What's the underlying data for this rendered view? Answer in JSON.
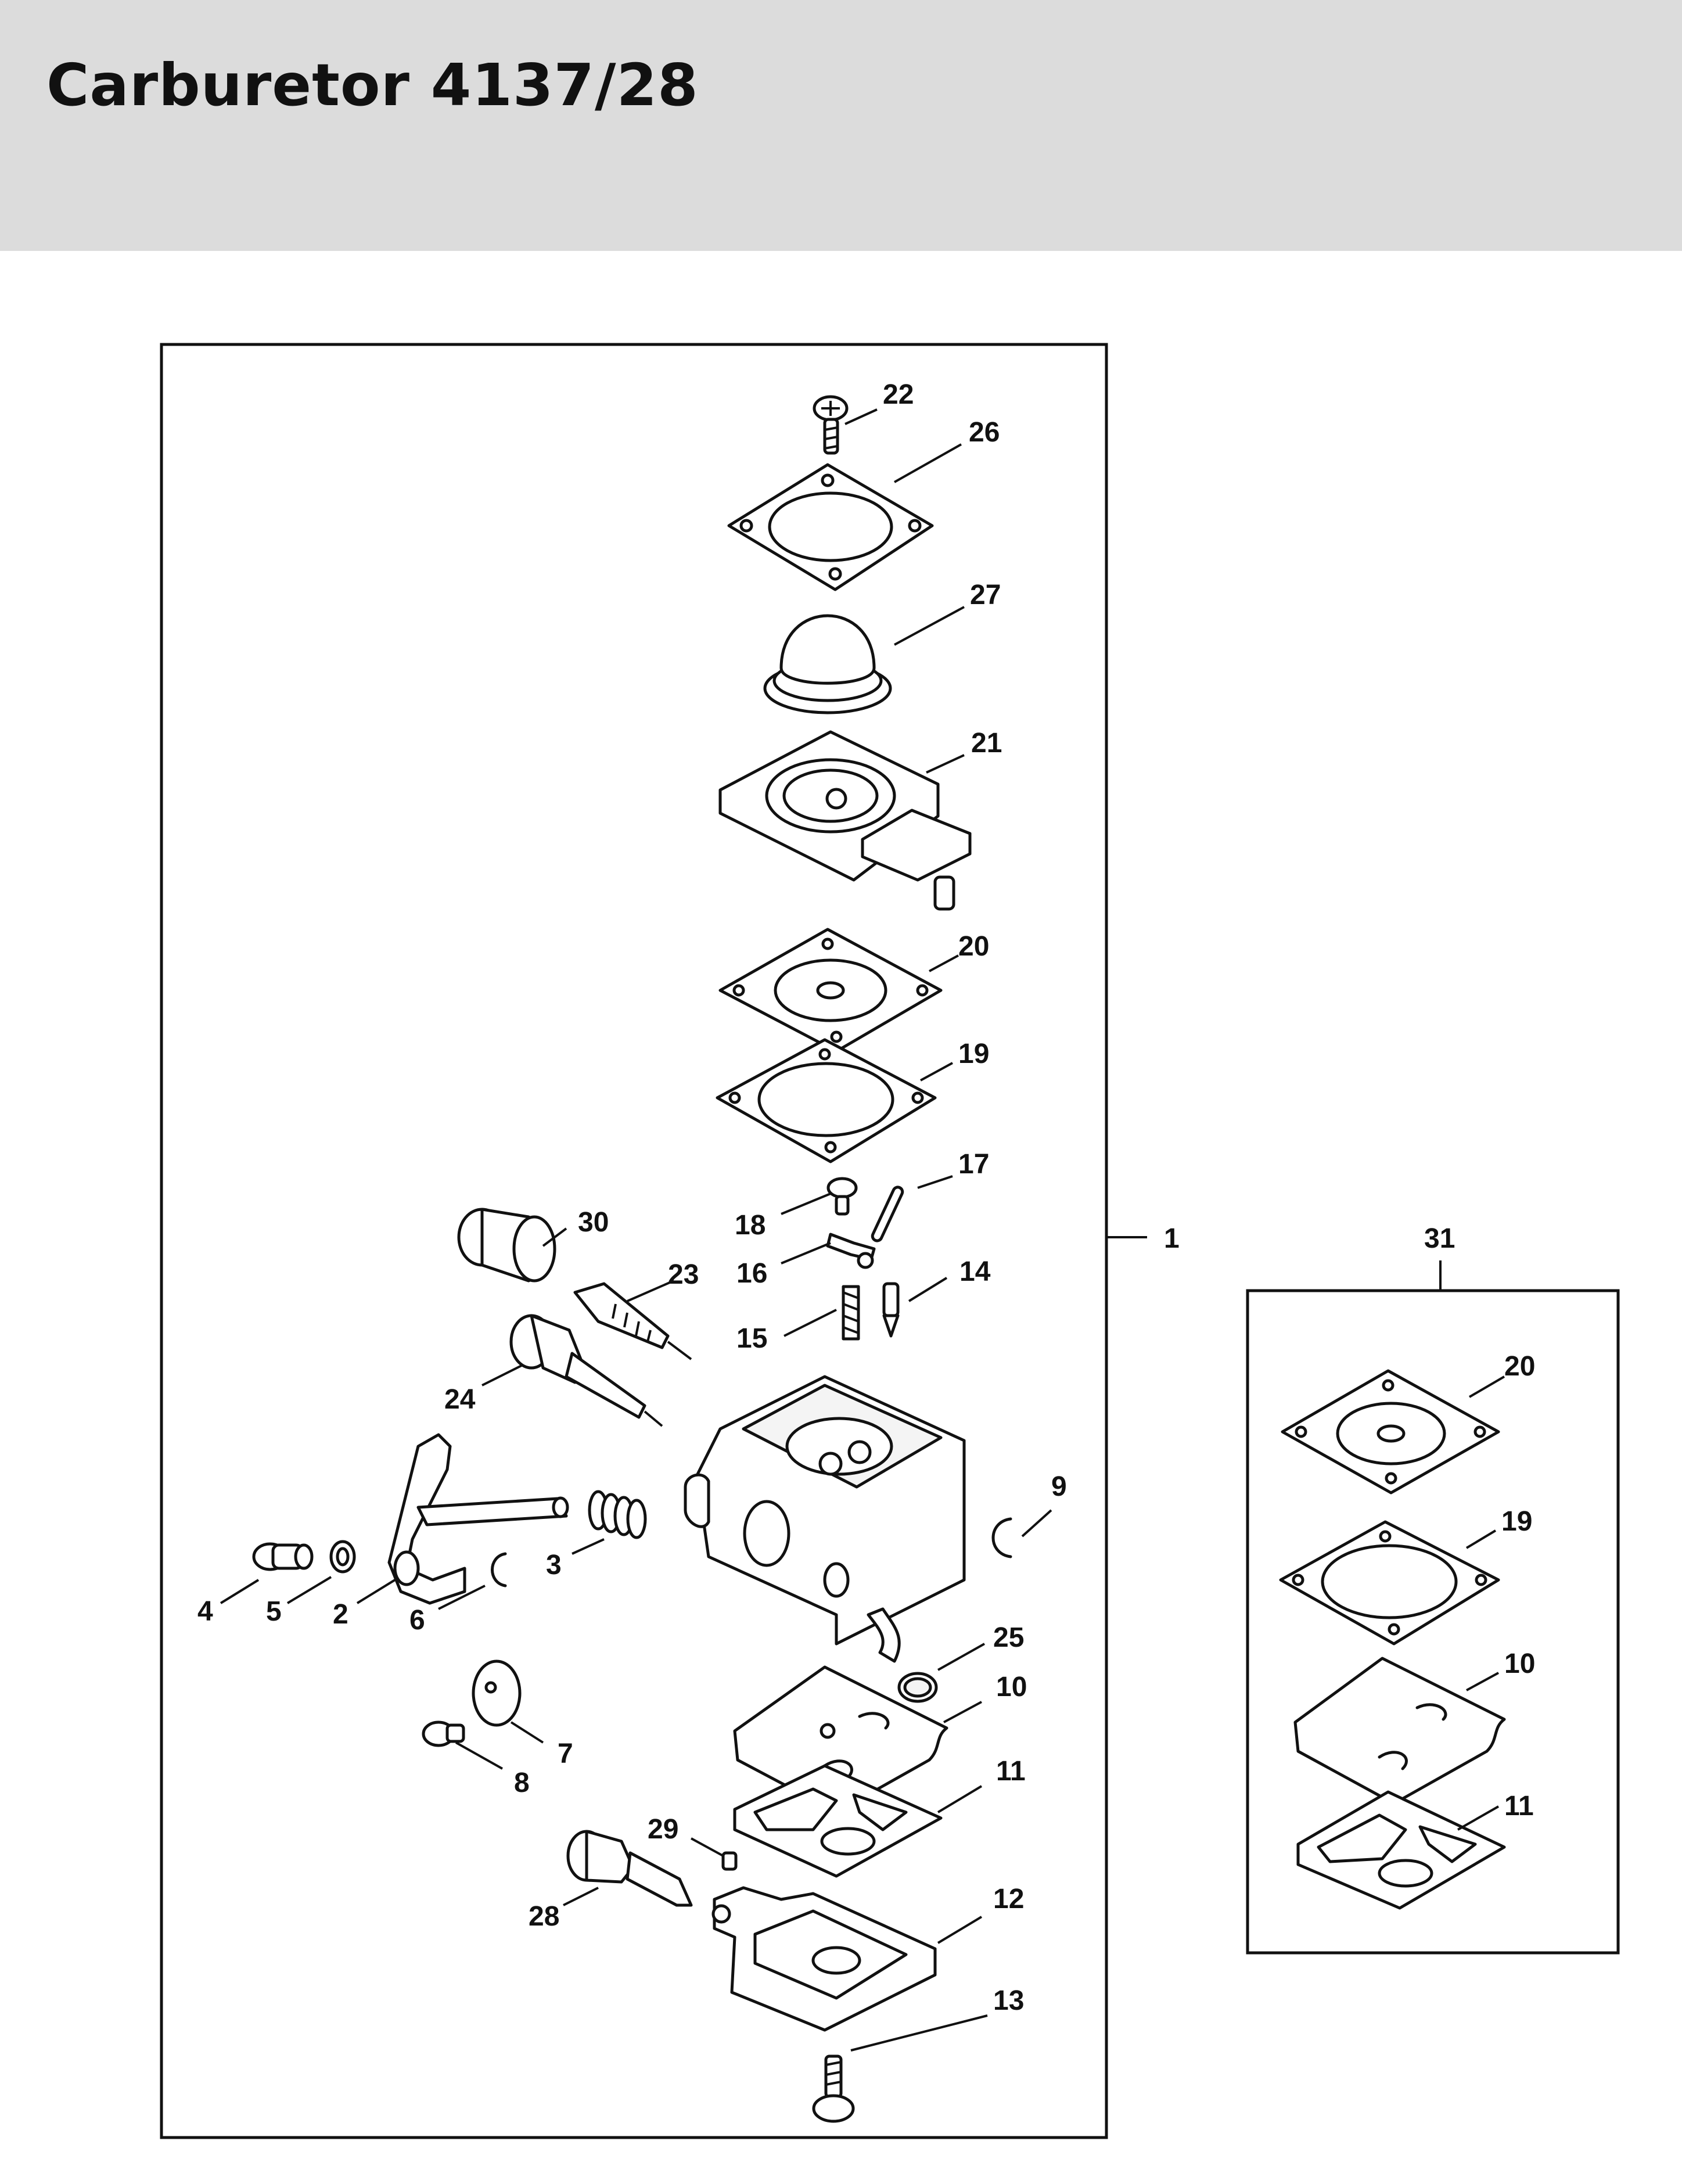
{
  "page": {
    "title": "Carburetor 4137/28"
  },
  "diagram": {
    "main_group_label": "1",
    "kit_label": "31",
    "callouts": [
      {
        "id": "c22",
        "text": "22"
      },
      {
        "id": "c26",
        "text": "26"
      },
      {
        "id": "c27",
        "text": "27"
      },
      {
        "id": "c21",
        "text": "21"
      },
      {
        "id": "c20",
        "text": "20"
      },
      {
        "id": "c19",
        "text": "19"
      },
      {
        "id": "c17",
        "text": "17"
      },
      {
        "id": "c18",
        "text": "18"
      },
      {
        "id": "c16",
        "text": "16"
      },
      {
        "id": "c14",
        "text": "14"
      },
      {
        "id": "c15",
        "text": "15"
      },
      {
        "id": "c30",
        "text": "30"
      },
      {
        "id": "c23",
        "text": "23"
      },
      {
        "id": "c24",
        "text": "24"
      },
      {
        "id": "c9",
        "text": "9"
      },
      {
        "id": "c3",
        "text": "3"
      },
      {
        "id": "c4",
        "text": "4"
      },
      {
        "id": "c5",
        "text": "5"
      },
      {
        "id": "c2",
        "text": "2"
      },
      {
        "id": "c6",
        "text": "6"
      },
      {
        "id": "c25",
        "text": "25"
      },
      {
        "id": "c10",
        "text": "10"
      },
      {
        "id": "c7",
        "text": "7"
      },
      {
        "id": "c8",
        "text": "8"
      },
      {
        "id": "c11",
        "text": "11"
      },
      {
        "id": "c29",
        "text": "29"
      },
      {
        "id": "c28",
        "text": "28"
      },
      {
        "id": "c12",
        "text": "12"
      },
      {
        "id": "c13",
        "text": "13"
      }
    ],
    "kit_callouts": [
      {
        "id": "k20",
        "text": "20"
      },
      {
        "id": "k19",
        "text": "19"
      },
      {
        "id": "k10",
        "text": "10"
      },
      {
        "id": "k11",
        "text": "11"
      }
    ]
  }
}
